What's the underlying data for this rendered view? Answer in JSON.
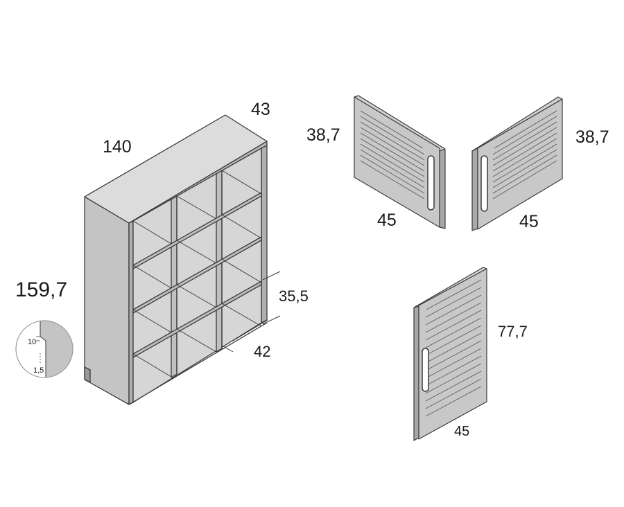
{
  "bookcase": {
    "width_label": "140",
    "depth_label": "43",
    "height_label": "159,7",
    "shelf_height_label": "35,5",
    "shelf_depth_label": "42",
    "detail": {
      "upper_label": "10",
      "lower_label": "1,5"
    }
  },
  "doors": [
    {
      "name": "door-small-left",
      "height_label": "38,7",
      "width_label": "45"
    },
    {
      "name": "door-small-right",
      "height_label": "38,7",
      "width_label": "45"
    },
    {
      "name": "door-tall",
      "height_label": "77,7",
      "width_label": "45"
    }
  ],
  "colors": {
    "panel_fill": "#c8c8c8",
    "panel_edge": "#9a9a9a",
    "line": "#3a3a3a",
    "text": "#1a1a1a"
  }
}
